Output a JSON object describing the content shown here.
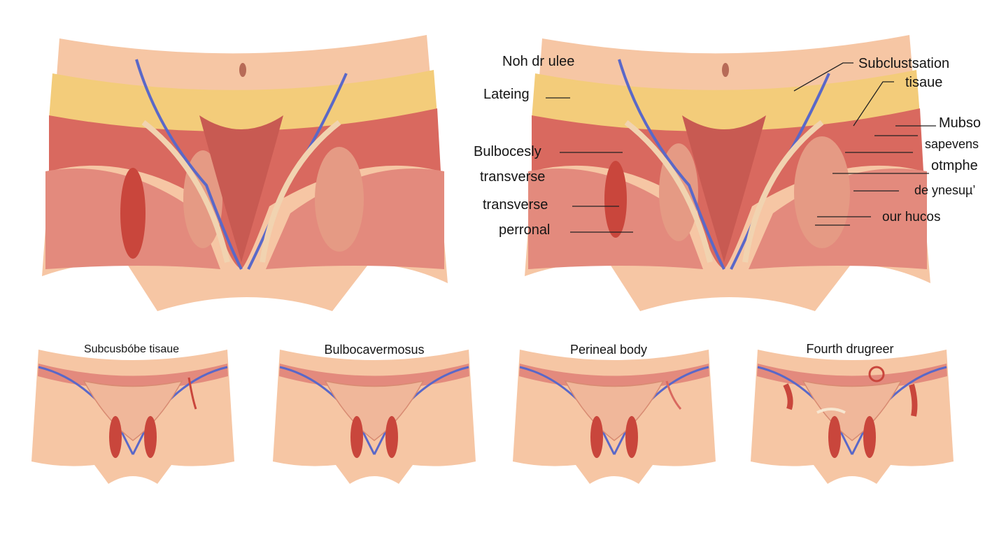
{
  "colors": {
    "skin": "#f6c6a4",
    "skin_shadow": "#e8a788",
    "muscle": "#d9695f",
    "muscle_dark": "#b8443e",
    "fat": "#f3cc7a",
    "vein": "#5a68c8",
    "line": "#222222"
  },
  "large_panel_right_labels_left": [
    "Noh dr ulee",
    "Lateing",
    "Bulbocesly",
    "transverse",
    "transverse",
    "perronal"
  ],
  "large_panel_right_labels_right": [
    "Subclustsation",
    "tisaue",
    "Mubso",
    "sapevens",
    "otmphe",
    "de ynesuµ’",
    "our hucos"
  ],
  "bottom_captions": [
    "Subcusbóbe tisaue",
    "Bulbocavermosus",
    "Perineal body",
    "Fourth drugreer"
  ]
}
